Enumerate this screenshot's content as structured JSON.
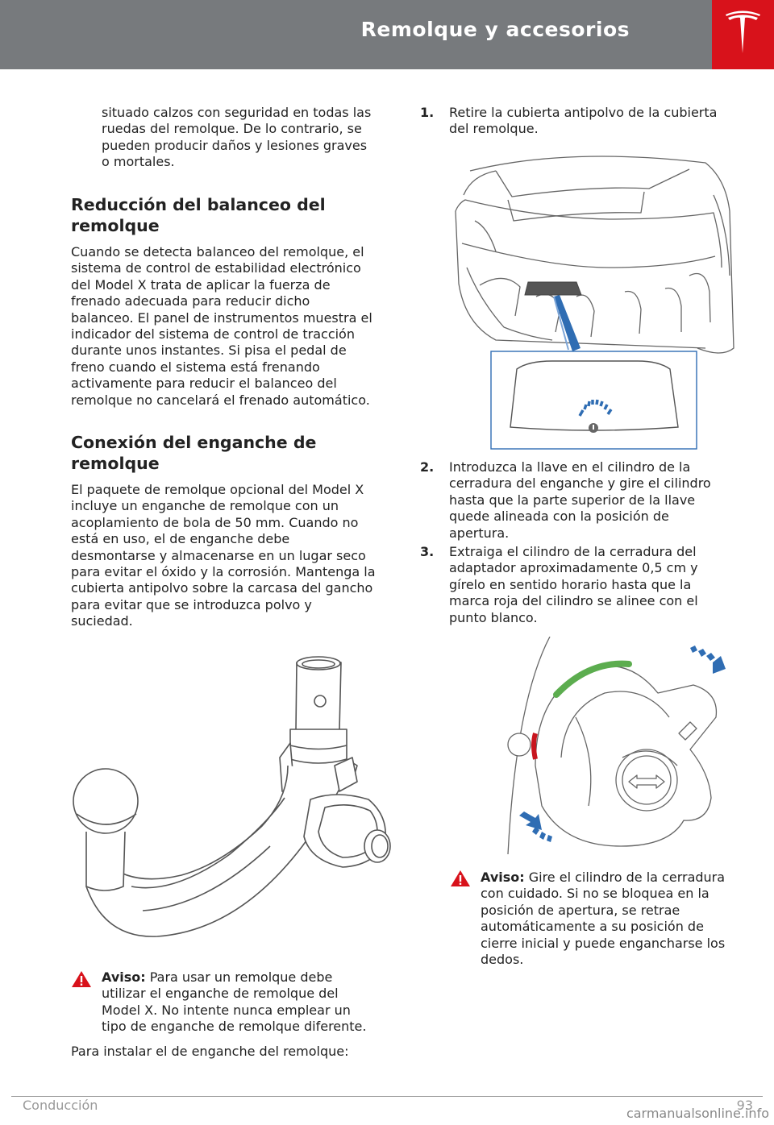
{
  "header": {
    "title": "Remolque y accesorios"
  },
  "left": {
    "intro_lines": [
      "situado calzos con seguridad en todas las",
      "ruedas del remolque. De lo contrario, se",
      "pueden producir daños y lesiones graves",
      "o mortales."
    ],
    "section1": {
      "heading_lines": [
        "Reducción del balanceo del",
        "remolque"
      ],
      "body_lines": [
        "Cuando se detecta balanceo del remolque, el",
        "sistema de control de estabilidad electrónico",
        "del Model X trata de aplicar la fuerza de",
        "frenado adecuada para reducir dicho",
        "balanceo. El panel de instrumentos muestra el",
        "indicador del sistema de control de tracción",
        "durante unos instantes. Si pisa el pedal de",
        "freno cuando el sistema está frenando",
        "activamente para reducir el balanceo del",
        "remolque no cancelará el frenado automático."
      ]
    },
    "section2": {
      "heading_lines": [
        "Conexión del enganche de",
        "remolque"
      ],
      "body_lines": [
        "El paquete de remolque opcional del Model X",
        "incluye un enganche de remolque con un",
        "acoplamiento de bola de 50 mm. Cuando no",
        "está en uso, el de enganche debe",
        "desmontarse y almacenarse en un lugar seco",
        "para evitar el óxido y la corrosión. Mantenga la",
        "cubierta antipolvo sobre la carcasa del gancho",
        "para evitar que se introduzca polvo y",
        "suciedad."
      ]
    },
    "warning": {
      "label": "Aviso:",
      "first_line": " Para usar un remolque debe",
      "lines": [
        "utilizar el enganche de remolque del",
        "Model X. No intente nunca emplear un",
        "tipo de enganche de remolque diferente."
      ]
    },
    "install_text": "Para instalar el de enganche del remolque:"
  },
  "right": {
    "steps": [
      {
        "num": "1.",
        "lines": [
          "Retire la cubierta antipolvo de la cubierta",
          "del remolque."
        ]
      },
      {
        "num": "2.",
        "lines": [
          "Introduzca la llave en el cilindro de la",
          "cerradura del enganche y gire el cilindro",
          "hasta que la parte superior de la llave",
          "quede alineada con la posición de",
          "apertura."
        ]
      },
      {
        "num": "3.",
        "lines": [
          "Extraiga el cilindro de la cerradura del",
          "adaptador aproximadamente 0,5 cm y",
          "gírelo en sentido horario hasta que la",
          "marca roja del cilindro se alinee con el",
          "punto blanco."
        ]
      }
    ],
    "warning": {
      "label": "Aviso:",
      "first_line": " Gire el cilindro de la cerradura",
      "lines": [
        "con cuidado. Si no se bloquea en la",
        "posición de apertura, se retrae",
        "automáticamente a su posición de",
        "cierre inicial y puede engancharse los",
        "dedos."
      ]
    }
  },
  "footer": {
    "section": "Conducción",
    "page": "93"
  },
  "watermark": "carmanualsonline.info",
  "colors": {
    "header": "#777a7d",
    "brand": "#d8121b",
    "blue": "#2f6db3"
  }
}
